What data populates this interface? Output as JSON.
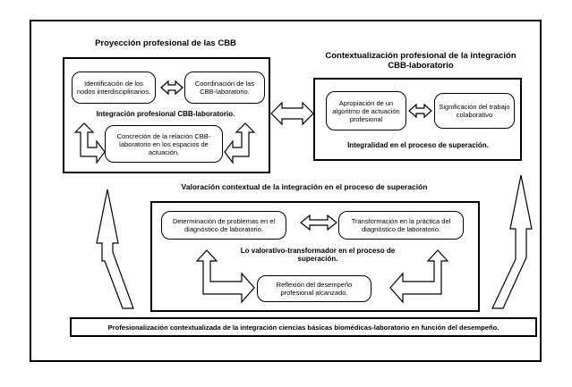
{
  "block_a": {
    "title": "Proyección profesional de las CBB",
    "box1": "Identificación de los nodos interdisciplinarios.",
    "box2": "Coordinación de las CBB-laboratorio.",
    "subtitle": "Integración profesional CBB-laboratorio.",
    "box3": "Concreción de la relación CBB-laboratorio en los espacios de actuación."
  },
  "block_b": {
    "title": "Contextualización profesional de la integración CBB-laboratorio",
    "box1": "Apropiación de un algoritmo de actuación profesional",
    "box2": "Significación del trabajo colaborativo",
    "subtitle": "Integralidad en el proceso de superación."
  },
  "block_c": {
    "title": "Valoración contextual de la integración en el proceso de superación",
    "box1": "Determinación de problemas en el diagnóstico de laboratorio.",
    "box2": "Transformación en la práctica del diagnóstico de laboratorio.",
    "subtitle": "Lo valorativo-transformador en el proceso de superación.",
    "box3": "Reflexión del desempeño profesional alcanzado."
  },
  "footer": {
    "text": "Profesionalización contextualizada de la integración ciencias básicas biomédicas-laboratorio en función del desempeño."
  }
}
